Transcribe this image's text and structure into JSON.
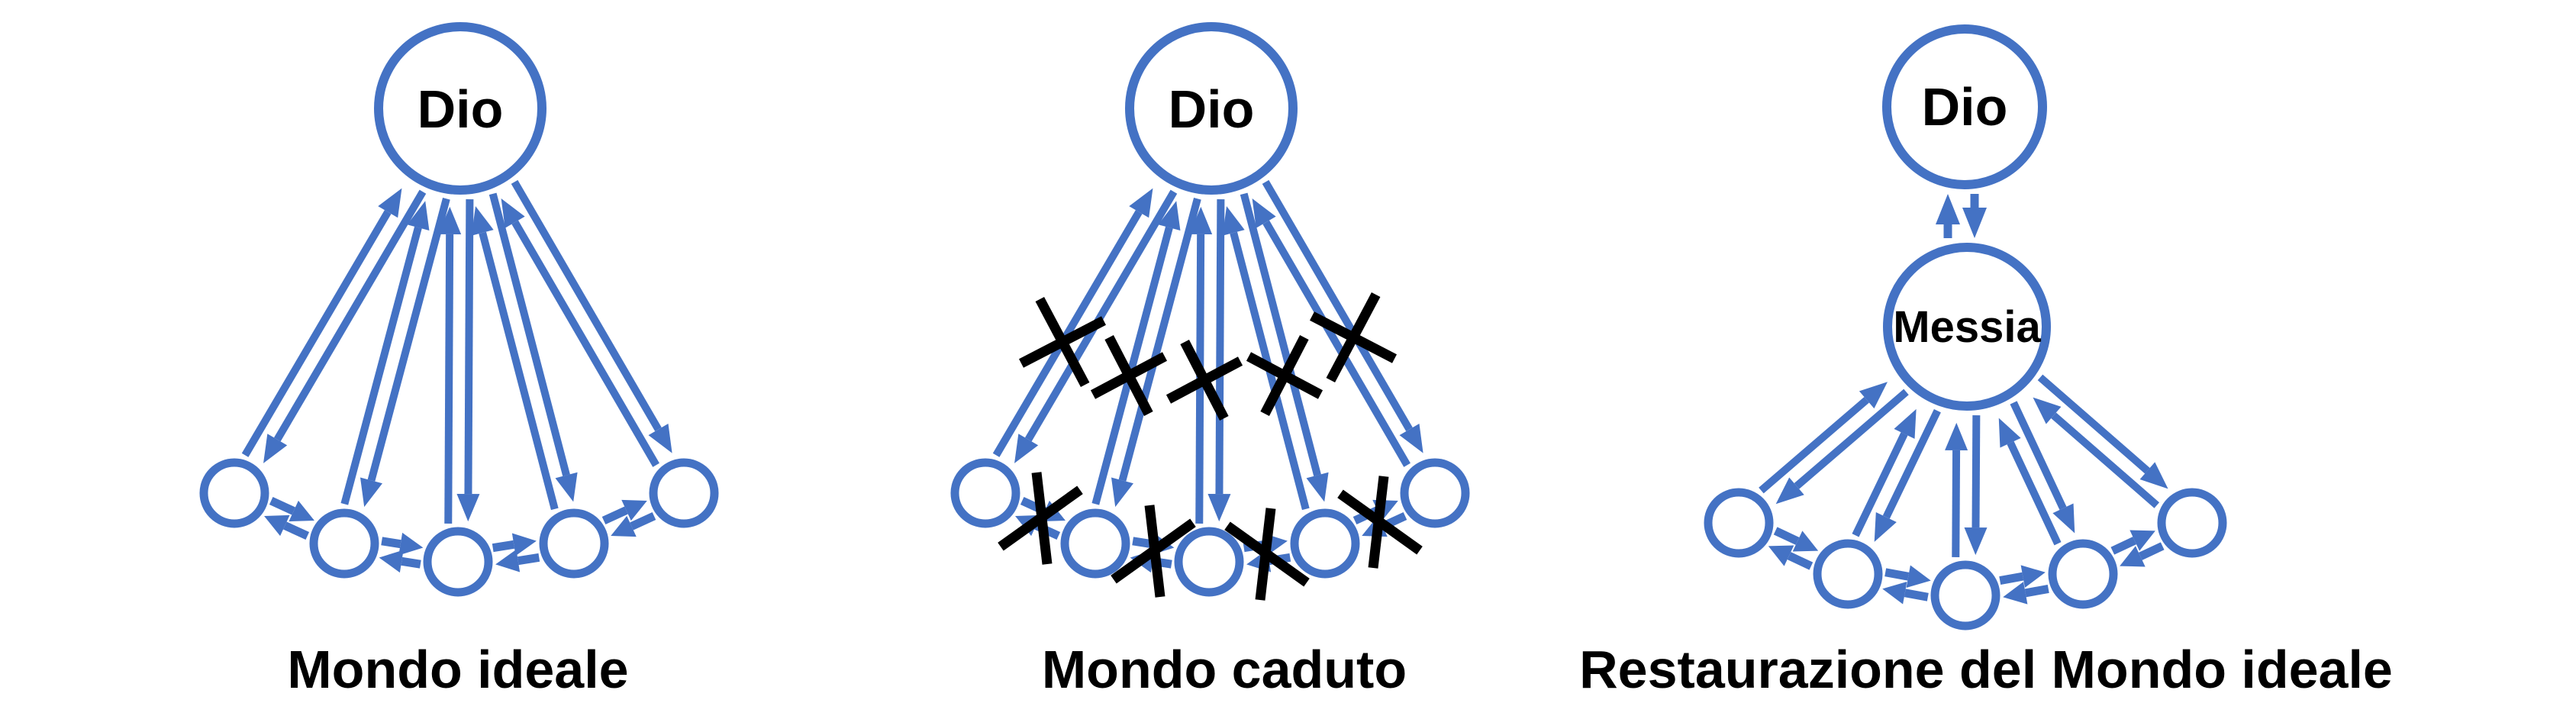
{
  "page": {
    "background_color": "#FFFFFF"
  },
  "diagram": {
    "accent_color": "#4472C4",
    "mark_color": "#000000",
    "panels": [
      {
        "caption": "Mondo ideale",
        "god_label": "Dio",
        "person_count": 5,
        "x_mark_count": 0
      },
      {
        "caption": "Mondo caduto",
        "god_label": "Dio",
        "person_count": 5,
        "x_mark_count": 9
      },
      {
        "caption": "Restaurazione del Mondo ideale",
        "god_label": "Dio",
        "mediator_label": "Messia",
        "person_count": 5,
        "x_mark_count": 0
      }
    ]
  }
}
